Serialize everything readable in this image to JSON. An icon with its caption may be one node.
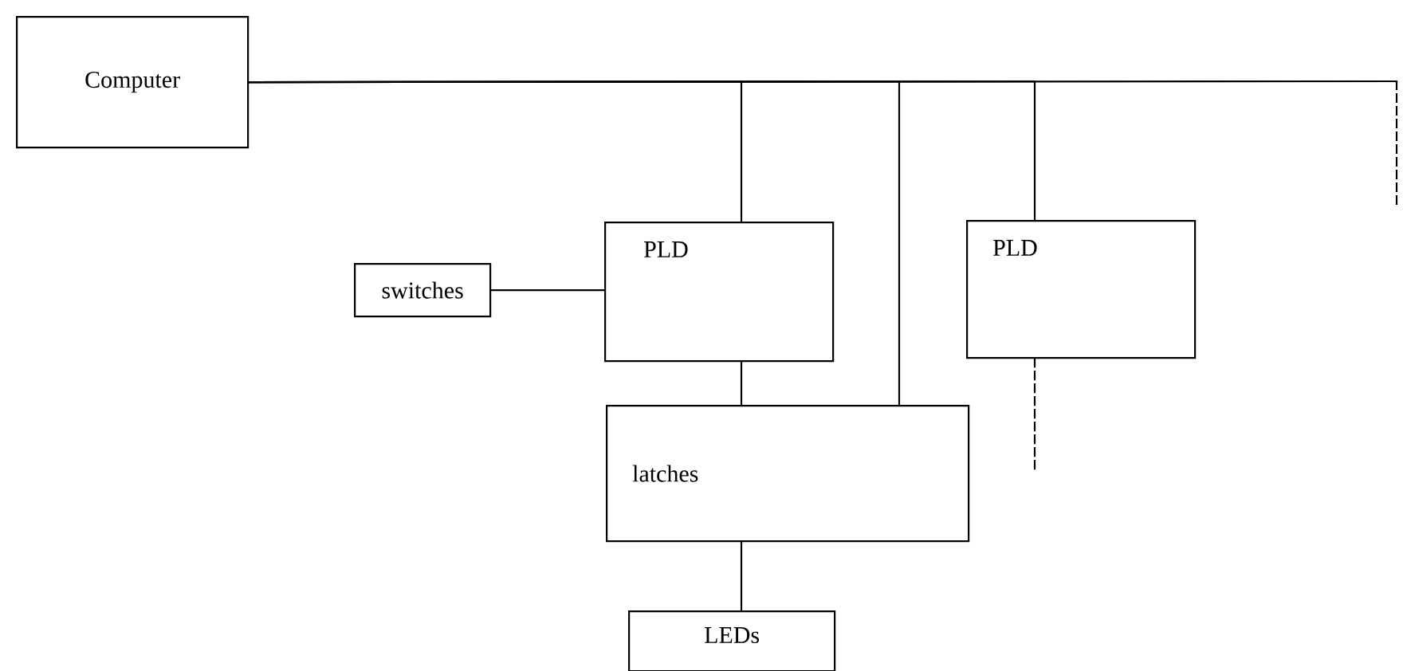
{
  "diagram": {
    "nodes": [
      {
        "text": [
          "Computer"
        ]
      },
      {
        "text": [
          "switches"
        ]
      },
      {
        "text": [
          "PLD"
        ]
      },
      {
        "text": [
          "PLD"
        ]
      },
      {
        "text": [
          "latches"
        ]
      },
      {
        "text": [
          "LEDs"
        ]
      }
    ],
    "edges": [
      {
        "from": 0,
        "to": 2,
        "arrow": "none"
      },
      {
        "from": 0,
        "to": 4,
        "arrow": "none"
      },
      {
        "from": 0,
        "to": 3,
        "arrow": "none"
      },
      {
        "from": 0,
        "to": null,
        "arrow": "none"
      },
      {
        "from": 1,
        "to": 2,
        "arrow": "none"
      },
      {
        "from": 2,
        "to": 4,
        "arrow": "none"
      },
      {
        "from": 4,
        "to": 5,
        "arrow": "none"
      },
      {
        "from": 3,
        "to": null,
        "arrow": "none",
        "style": "dashed"
      }
    ]
  }
}
